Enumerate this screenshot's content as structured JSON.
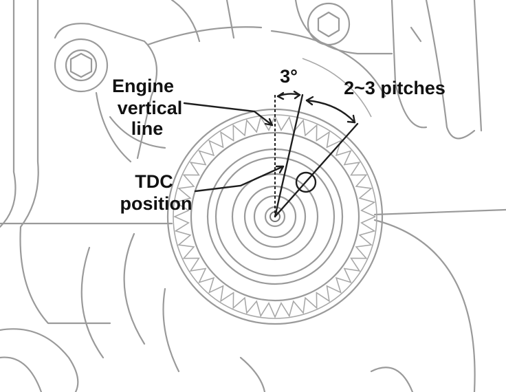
{
  "labels": {
    "engine_vertical_line": [
      "Engine",
      "vertical",
      "line"
    ],
    "angle_3deg": "3°",
    "pitches": "2~3 pitches",
    "tdc_position": [
      "TDC",
      "position"
    ]
  },
  "colors": {
    "ink": "#1e1e1e",
    "outline": "#9a9a9a",
    "background": "#ffffff"
  }
}
